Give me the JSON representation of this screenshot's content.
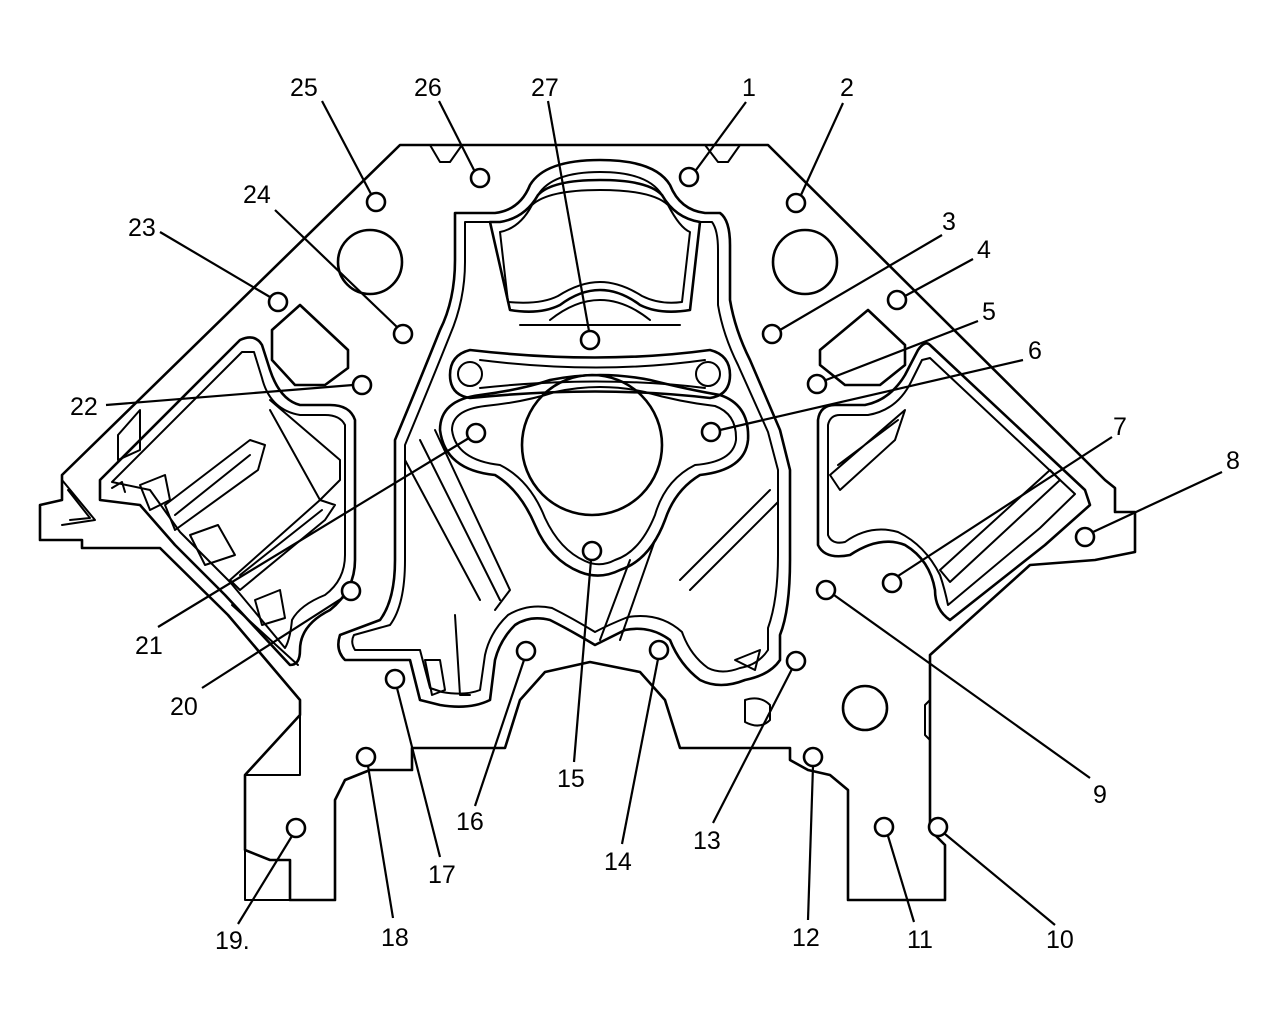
{
  "diagram": {
    "callouts": [
      {
        "id": "1",
        "label": "1"
      },
      {
        "id": "2",
        "label": "2"
      },
      {
        "id": "3",
        "label": "3"
      },
      {
        "id": "4",
        "label": "4"
      },
      {
        "id": "5",
        "label": "5"
      },
      {
        "id": "6",
        "label": "6"
      },
      {
        "id": "7",
        "label": "7"
      },
      {
        "id": "8",
        "label": "8"
      },
      {
        "id": "9",
        "label": "9"
      },
      {
        "id": "10",
        "label": "10"
      },
      {
        "id": "11",
        "label": "11"
      },
      {
        "id": "12",
        "label": "12"
      },
      {
        "id": "13",
        "label": "13"
      },
      {
        "id": "14",
        "label": "14"
      },
      {
        "id": "15",
        "label": "15"
      },
      {
        "id": "16",
        "label": "16"
      },
      {
        "id": "17",
        "label": "17"
      },
      {
        "id": "18",
        "label": "18"
      },
      {
        "id": "19",
        "label": "19."
      },
      {
        "id": "20",
        "label": "20"
      },
      {
        "id": "21",
        "label": "21"
      },
      {
        "id": "22",
        "label": "22"
      },
      {
        "id": "23",
        "label": "23"
      },
      {
        "id": "24",
        "label": "24"
      },
      {
        "id": "25",
        "label": "25"
      },
      {
        "id": "26",
        "label": "26"
      },
      {
        "id": "27",
        "label": "27"
      }
    ],
    "colors": {
      "line": "#000000",
      "background": "#ffffff"
    }
  }
}
